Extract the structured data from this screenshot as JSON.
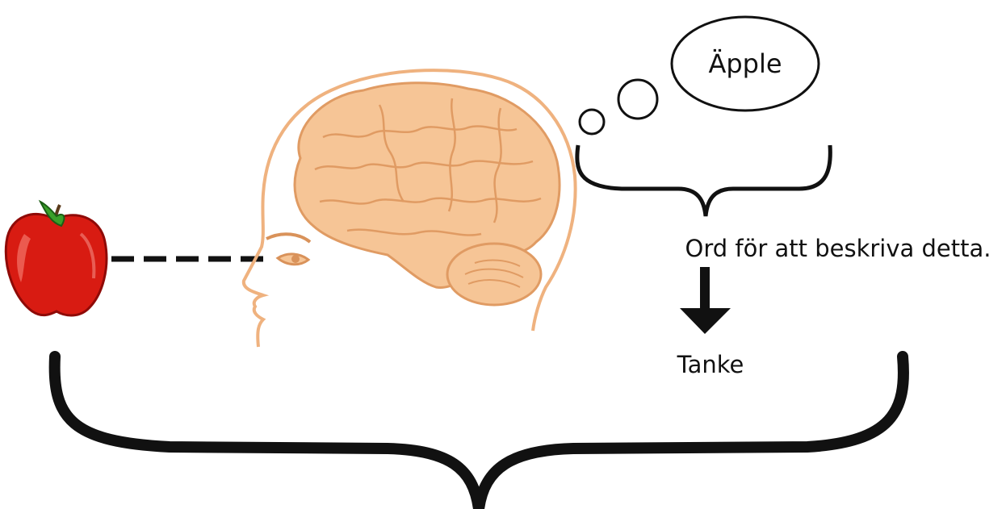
{
  "labels": {
    "bubble_word": "Äpple",
    "description": "Ord för att beskriva detta.",
    "result": "Tanke"
  },
  "colors": {
    "ink": "#111111",
    "brain_fill": "#f6c596",
    "brain_stroke": "#e09b63",
    "head_outline": "#efb27f",
    "apple_red": "#d81b12",
    "apple_dark": "#8f0a07",
    "leaf_green": "#3aa02a"
  },
  "icons": {
    "apple": "apple-icon",
    "brain": "brain-icon",
    "thought_bubble": "thought-bubble-icon",
    "arrow": "arrow-down-icon"
  }
}
